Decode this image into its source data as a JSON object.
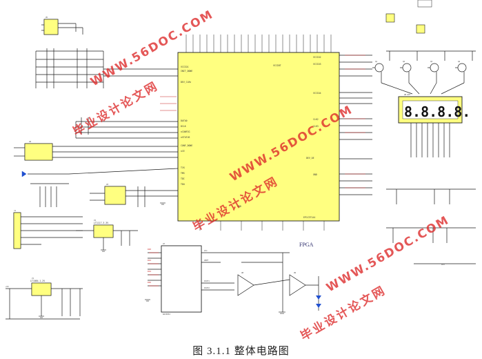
{
  "figure": {
    "caption": "图 3.1.1 整体电路图",
    "fpga_label": "FPGA",
    "display_digits": "8.8.8.8.",
    "regulators": [
      "LT1117-3.3V",
      "LT1084-1.2V"
    ]
  },
  "watermarks": {
    "url": "WWW.56DOC.COM",
    "cn": "毕业设计论文网"
  },
  "colors": {
    "fpga_fill": "#ffff80",
    "display_fill": "#ffff80",
    "wire": "#1a1a1a",
    "watermark": "#dc2828",
    "bus_pin": "#c82020"
  }
}
